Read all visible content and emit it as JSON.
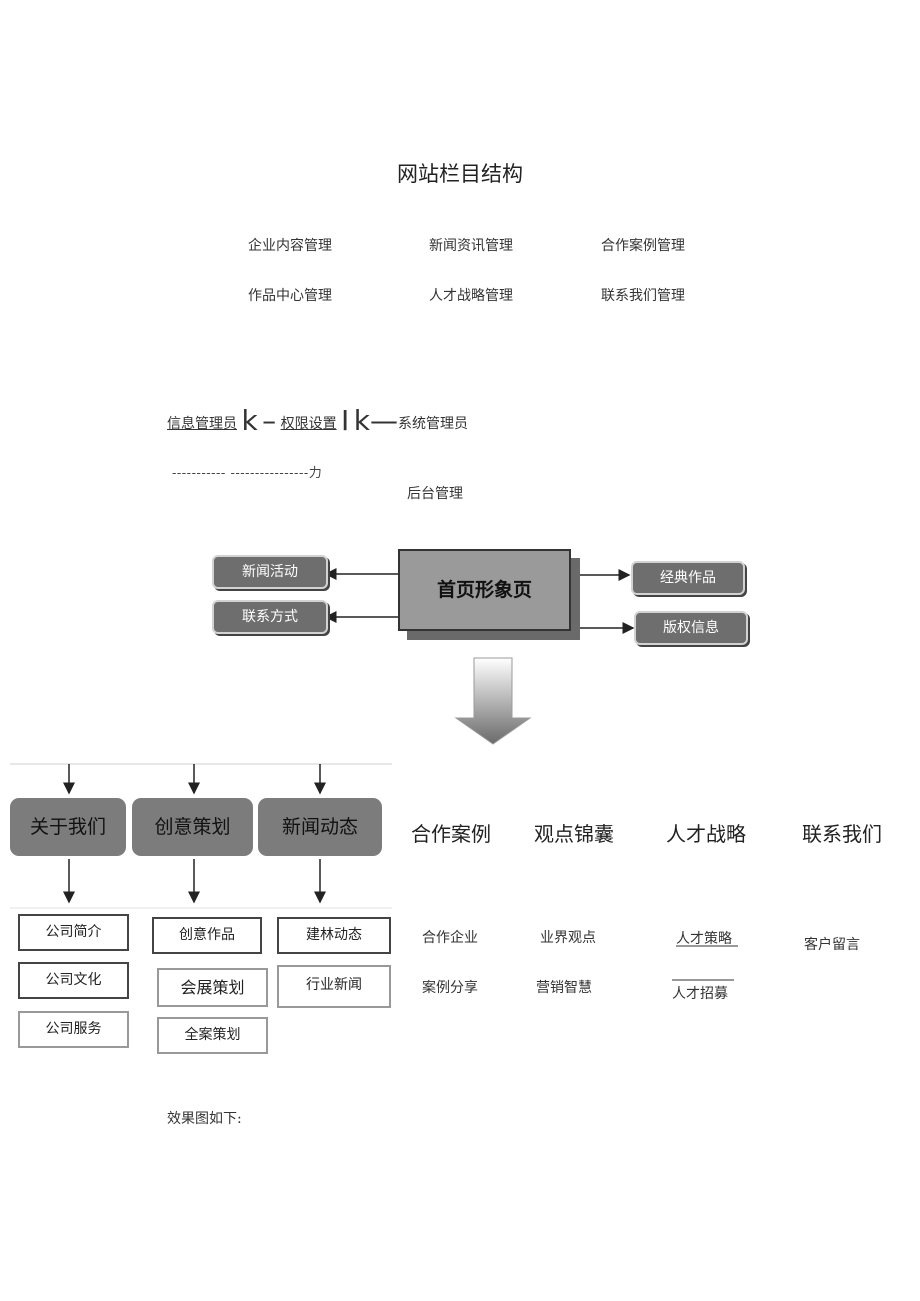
{
  "title": "网站栏目结构",
  "management": [
    "企业内容管理",
    "新闻资讯管理",
    "合作案例管理",
    "作品中心管理",
    "人才战略管理",
    "联系我们管理"
  ],
  "roles": {
    "info_admin": "信息管理员",
    "glyph_k": "k",
    "glyph_dash": "–",
    "perm": "权限设置",
    "glyph_I": "I",
    "glyph_k2": "k",
    "glyph_dash2": "—",
    "sys_admin": "系统管理员"
  },
  "dash_line": "----------- ----------------力",
  "backend": "后台管理",
  "home": {
    "center": "首页形象页",
    "left": [
      "新闻活动",
      "联系方式"
    ],
    "right": [
      "经典作品",
      "版权信息"
    ]
  },
  "categories": [
    "关于我们",
    "创意策划",
    "新闻动态",
    "合作案例",
    "观点锦囊",
    "人才战略",
    "联系我们"
  ],
  "subs": {
    "about": [
      "公司简介",
      "公司文化",
      "公司服务"
    ],
    "creative": [
      "创意作品",
      "会展策划",
      "全案策划"
    ],
    "news": [
      "建林动态",
      "行业新闻"
    ],
    "cases": [
      "合作企业",
      "案例分享"
    ],
    "views": [
      "业界观点",
      "营销智慧"
    ],
    "talent": [
      "人才策略",
      "人才招募"
    ],
    "contact": [
      "客户留言"
    ]
  },
  "footer": "效果图如下:"
}
